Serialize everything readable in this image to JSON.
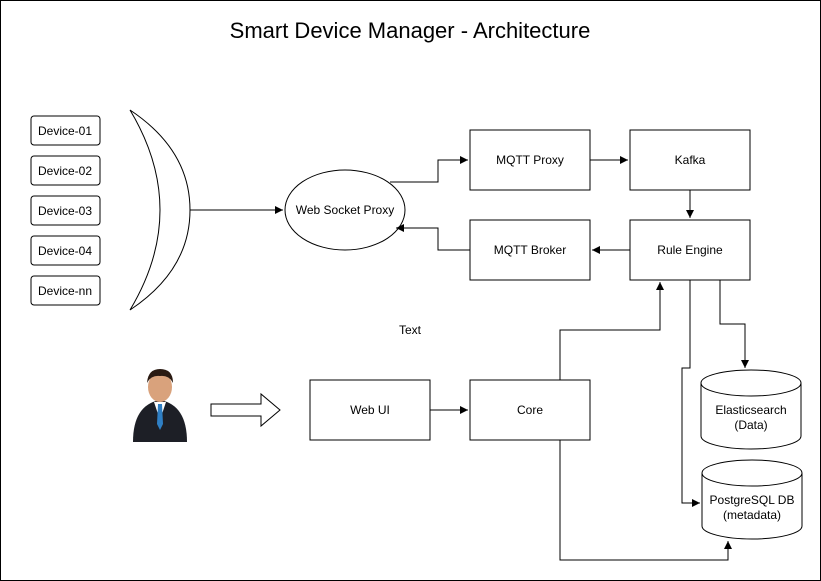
{
  "title": "Smart Device Manager - Architecture",
  "devices": [
    "Device-01",
    "Device-02",
    "Device-03",
    "Device-04",
    "Device-nn"
  ],
  "nodes": {
    "web_socket_proxy": "Web Socket Proxy",
    "mqtt_proxy": "MQTT Proxy",
    "kafka": "Kafka",
    "mqtt_broker": "MQTT Broker",
    "rule_engine": "Rule Engine",
    "web_ui": "Web UI",
    "core": "Core",
    "elasticsearch": [
      "Elasticsearch",
      "(Data)"
    ],
    "postgresql": [
      "PostgreSQL DB",
      "(metadata)"
    ]
  },
  "floating_text": "Text",
  "user_icon": "person-icon",
  "colors": {
    "stroke": "#000000",
    "background": "#ffffff"
  }
}
